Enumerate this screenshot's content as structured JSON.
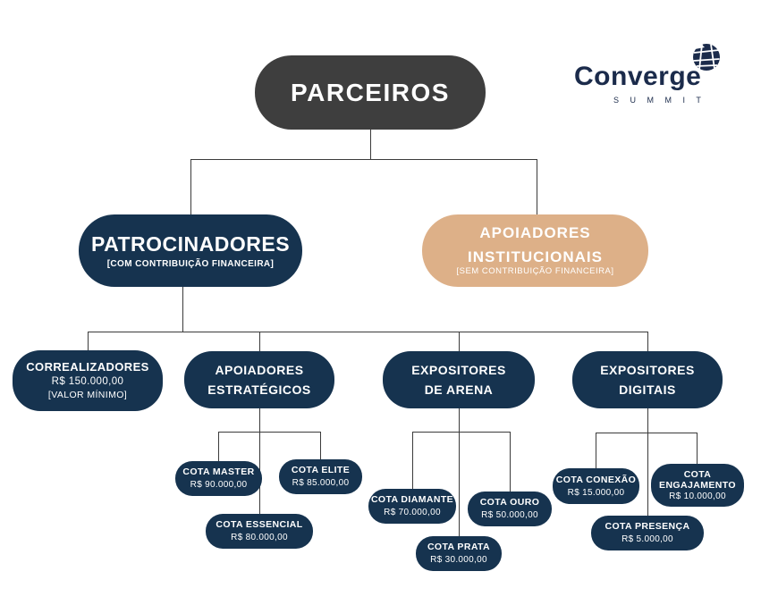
{
  "colors": {
    "root_box": "#3E3E3E",
    "navy_box": "#16334F",
    "tan_box": "#DDB088",
    "connector_line": "#3b3b3b",
    "logo_text": "#1B2B4B",
    "box_text": "#FFFFFF"
  },
  "logo": {
    "name": "Converge",
    "subtitle": "S U M M I T"
  },
  "nodes": {
    "parceiros": {
      "title": "PARCEIROS"
    },
    "patrocinadores": {
      "title": "PATROCINADORES",
      "subtitle": "[COM CONTRIBUIÇÃO FINANCEIRA]"
    },
    "apoiadores_institucionais": {
      "line1": "APOIADORES",
      "line2": "INSTITUCIONAIS",
      "subtitle": "[SEM CONTRIBUIÇÃO FINANCEIRA]"
    },
    "correalizadores": {
      "title": "CORREALIZADORES",
      "value": "R$ 150.000,00",
      "note": "[VALOR MÍNIMO]"
    },
    "apoiadores_estrategicos": {
      "line1": "APOIADORES",
      "line2": "ESTRATÉGICOS"
    },
    "expositores_arena": {
      "line1": "EXPOSITORES",
      "line2": "DE ARENA"
    },
    "expositores_digitais": {
      "line1": "EXPOSITORES",
      "line2": "DIGITAIS"
    },
    "cota_master": {
      "title": "COTA MASTER",
      "value": "R$ 90.000,00"
    },
    "cota_elite": {
      "title": "COTA ELITE",
      "value": "R$ 85.000,00"
    },
    "cota_essencial": {
      "title": "COTA ESSENCIAL",
      "value": "R$ 80.000,00"
    },
    "cota_diamante": {
      "title": "COTA DIAMANTE",
      "value": "R$ 70.000,00"
    },
    "cota_ouro": {
      "title": "COTA OURO",
      "value": "R$ 50.000,00"
    },
    "cota_prata": {
      "title": "COTA PRATA",
      "value": "R$ 30.000,00"
    },
    "cota_conexao": {
      "title": "COTA CONEXÃO",
      "value": "R$ 15.000,00"
    },
    "cota_engajamento": {
      "line1": "COTA",
      "line2": "ENGAJAMENTO",
      "value": "R$ 10.000,00"
    },
    "cota_presenca": {
      "title": "COTA PRESENÇA",
      "value": "R$ 5.000,00"
    }
  }
}
